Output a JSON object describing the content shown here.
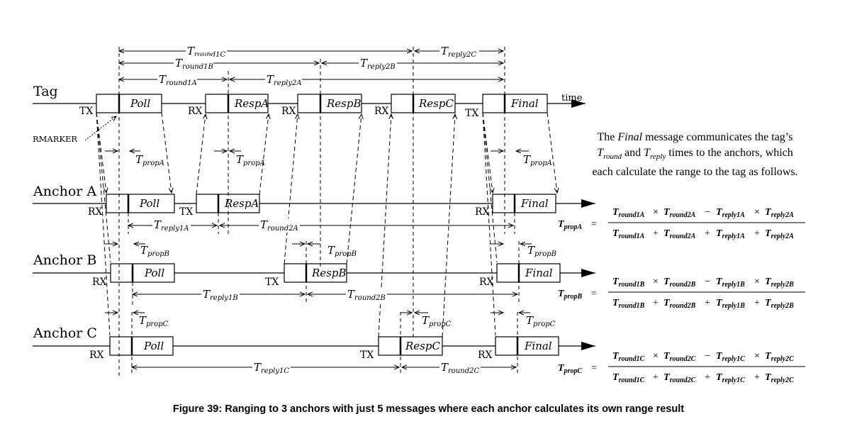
{
  "rows": {
    "tag": "Tag",
    "anchor_a": "Anchor A",
    "anchor_b": "Anchor B",
    "anchor_c": "Anchor C"
  },
  "messages": {
    "poll": "Poll",
    "resp_a": "RespA",
    "resp_b": "RespB",
    "resp_c": "RespC",
    "final": "Final"
  },
  "labels": {
    "tx": "TX",
    "rx": "RX",
    "time": "time",
    "rmarker": "RMARKER"
  },
  "interval_subscripts": {
    "round1C": "round1C",
    "reply2C": "reply2C",
    "round1B": "round1B",
    "reply2B": "reply2B",
    "round1A": "round1A",
    "reply2A": "reply2A",
    "reply1A": "reply1A",
    "round2A": "round2A",
    "reply1B": "reply1B",
    "round2B": "round2B",
    "reply1C": "reply1C",
    "round2C": "round2C",
    "propA": "propA",
    "propB": "propB",
    "propC": "propC"
  },
  "note": {
    "line1_pre": "The ",
    "line1_italic": "Final",
    "line1_post": " message communicates the tag’s",
    "line2_a": "round",
    "line2_mid": " and ",
    "line2_b": "reply",
    "line2_post": " times to the anchors, which",
    "line3": "each calculate the range to the tag as follows."
  },
  "formulas": [
    {
      "lhs": "propA",
      "letter": "A"
    },
    {
      "lhs": "propB",
      "letter": "B"
    },
    {
      "lhs": "propC",
      "letter": "C"
    }
  ],
  "caption": "Figure 39: Ranging to 3 anchors with just 5 messages where each anchor calculates its own range result"
}
